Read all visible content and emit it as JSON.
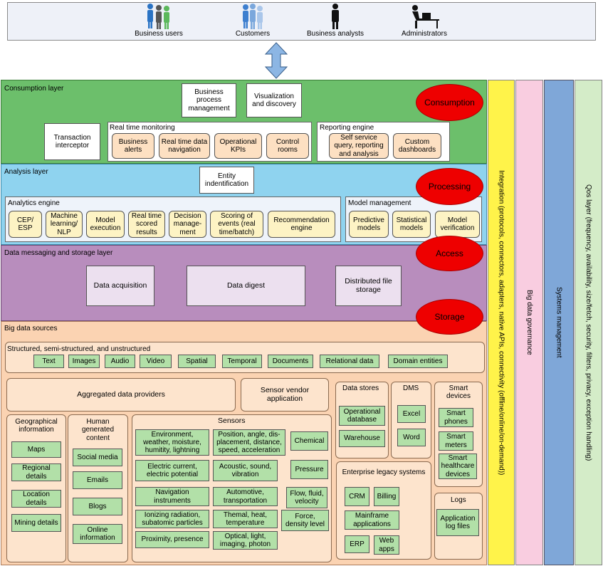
{
  "users": {
    "business_users": "Business users",
    "customers": "Customers",
    "business_analysts": "Business analysts",
    "administrators": "Administrators"
  },
  "consumption": {
    "title": "Consumption layer",
    "bpm": "Business process management",
    "visualization": "Visualization and discovery",
    "transaction": "Transaction interceptor",
    "rtm": "Real time monitoring",
    "rtm_items": [
      "Business alerts",
      "Real time data navigation",
      "Operational KPIs",
      "Control rooms"
    ],
    "reporting": "Reporting engine",
    "reporting_items": [
      "Self service query, reporting and analysis",
      "Custom dashboards"
    ],
    "oval": "Consumption"
  },
  "analysis": {
    "title": "Analysis layer",
    "entity": "Entity indentification",
    "engine": "Analytics engine",
    "engine_items": [
      "CEP/ ESP",
      "Machine learning/ NLP",
      "Model execution",
      "Real time scored results",
      "Decision manage-ment",
      "Scoring of events (real time/batch)",
      "Recommendation engine"
    ],
    "model": "Model management",
    "model_items": [
      "Predictive models",
      "Statistical models",
      "Model verification"
    ],
    "oval": "Processing"
  },
  "messaging": {
    "title": "Data messaging and storage layer",
    "acquisition": "Data acquisition",
    "digest": "Data digest",
    "dfs": "Distributed file storage",
    "oval_access": "Access",
    "oval_storage": "Storage"
  },
  "sources": {
    "title": "Big data sources",
    "structured": "Structured, semi-structured, and unstructured",
    "types": [
      "Text",
      "Images",
      "Audio",
      "Video",
      "Spatial",
      "Temporal",
      "Documents",
      "Relational data",
      "Domain entities"
    ],
    "aggregated": "Aggregated data providers",
    "sensor_vendor": "Sensor vendor application",
    "data_stores": "Data stores",
    "data_stores_items": [
      "Operational database",
      "Warehouse"
    ],
    "dms": "DMS",
    "dms_items": [
      "Excel",
      "Word"
    ],
    "smart": "Smart devices",
    "smart_items": [
      "Smart phones",
      "Smart meters",
      "Smart healthcare devices"
    ],
    "geo": "Geographical information",
    "geo_items": [
      "Maps",
      "Regional details",
      "Location details",
      "Mining details"
    ],
    "human": "Human generated content",
    "human_items": [
      "Social media",
      "Emails",
      "Blogs",
      "Online information"
    ],
    "sensors": "Sensors",
    "sensors_items": [
      "Environment, weather, moisture, humitity, lightning",
      "Position, angle, dis-placement, distance, speed, acceleration",
      "Chemical",
      "Electric current, electric potential",
      "Acoustic, sound, vibration",
      "Pressure",
      "Navigation instruments",
      "Automotive, transportation",
      "Flow, fluid, velocity",
      "Ionizing radiation, subatomic particles",
      "Themal, heat, temperature",
      "Force, density level",
      "Proximity, presence",
      "Optical, light, imaging, photon"
    ],
    "enterprise": "Enterprise legacy systems",
    "enterprise_items": [
      "CRM",
      "Billing",
      "Mainframe applications",
      "ERP",
      "Web apps"
    ],
    "logs": "Logs",
    "logs_items": [
      "Application log files"
    ]
  },
  "side": {
    "integration": "Integration (protocols, connectors, adapters, native APIs, connectivity (offline/online/on-demand))",
    "governance": "Big data governance",
    "systems": "Systems management",
    "qos": "Qos layer (frequency, availability, size/fetch, security, filters, privacy, exception handling)"
  },
  "colors": {
    "consumption_bg": "#6cbf6b",
    "analysis_bg": "#8fd3ef",
    "messaging_bg": "#b88dbd",
    "sources_bg": "#fbd3b2",
    "integration_bg": "#fff34a",
    "governance_bg": "#f9cde0",
    "systems_bg": "#7fa7d8",
    "qos_bg": "#d4ecc8",
    "oval": "#ee0000"
  }
}
